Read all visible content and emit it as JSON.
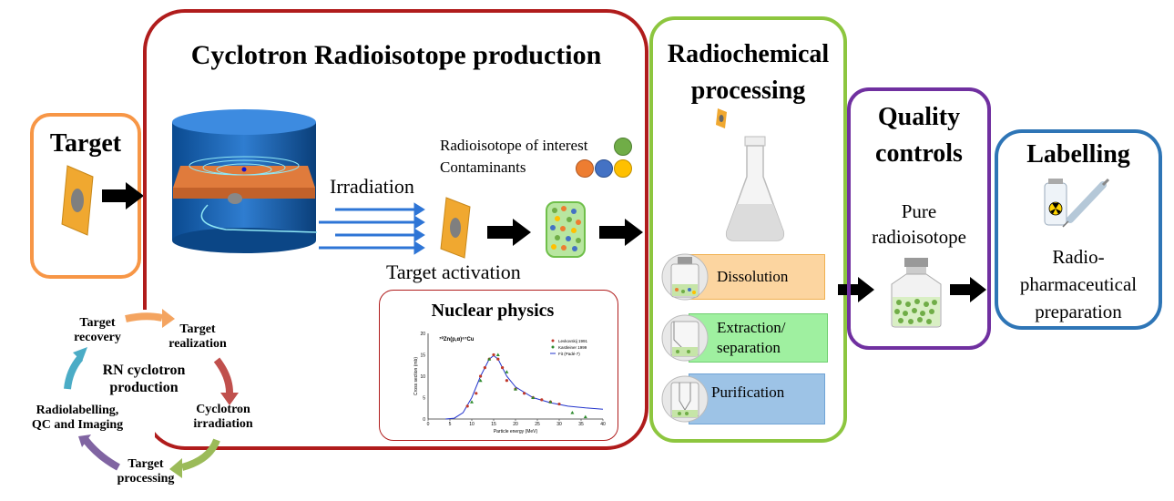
{
  "sections": {
    "target": {
      "title": "Target",
      "color": "#F79646"
    },
    "cyclotron": {
      "title": "Cyclotron Radioisotope production",
      "color": "#B01C1C"
    },
    "radiochem": {
      "title_line1": "Radiochemical",
      "title_line2": "processing",
      "color": "#8DC63F"
    },
    "quality": {
      "title_line1": "Quality",
      "title_line2": "controls",
      "color": "#7030A0"
    },
    "labelling": {
      "title": "Labelling",
      "color": "#2E75B6"
    }
  },
  "cyclotron_labels": {
    "irradiation": "Irradiation",
    "target_activation": "Target activation",
    "radioisotope_of_interest": "Radioisotope of interest",
    "contaminants": "Contaminants"
  },
  "nuclear_physics": {
    "title": "Nuclear physics",
    "color": "#B01C1C"
  },
  "chart_data": {
    "type": "scatter",
    "title": "⁷⁰Zn(p,α)⁶⁷Cu",
    "xlabel": "Particle energy (MeV)",
    "ylabel": "Cross section (mb)",
    "xlim": [
      0,
      40
    ],
    "ylim": [
      0,
      20
    ],
    "x_ticks": [
      "0",
      "5",
      "10",
      "15",
      "20",
      "25",
      "30",
      "35",
      "40"
    ],
    "y_ticks": [
      "0",
      "5",
      "10",
      "15",
      "20"
    ],
    "legend": "top-right",
    "series": [
      {
        "name": "Levkovskij 1991",
        "marker": "circle",
        "x": [
          9,
          11,
          12,
          13,
          14,
          15,
          16,
          17,
          18,
          20,
          22,
          24,
          26,
          28,
          30
        ],
        "y": [
          3,
          6,
          10,
          12,
          14,
          15,
          14,
          12,
          9,
          7,
          6,
          5,
          4.5,
          4,
          3.5
        ]
      },
      {
        "name": "Kastleiner 1999",
        "marker": "triangle",
        "x": [
          10,
          12,
          14,
          16,
          18,
          20,
          24,
          28,
          33,
          36
        ],
        "y": [
          4,
          9,
          14,
          15,
          11,
          7,
          5,
          4,
          1.5,
          0.5
        ]
      },
      {
        "name": "Fit (Padé-7)",
        "marker": "line",
        "x": [
          4,
          6,
          8,
          10,
          12,
          14,
          15,
          16,
          18,
          20,
          24,
          28,
          32,
          36,
          40
        ],
        "y": [
          0,
          0.2,
          1.5,
          5,
          10,
          14,
          14.8,
          14,
          10,
          7.5,
          5,
          3.8,
          3,
          2.6,
          2.3
        ]
      }
    ]
  },
  "radiochem_steps": [
    {
      "label": "Dissolution",
      "color": "#FCD5A0",
      "border": "#F0B050"
    },
    {
      "label_line1": "Extraction/",
      "label_line2": "separation",
      "color": "#9FF0A0",
      "border": "#70CF70"
    },
    {
      "label": "Purification",
      "color": "#9DC3E6",
      "border": "#6FA3D6"
    }
  ],
  "quality_labels": {
    "line1": "Pure",
    "line2": "radioisotope"
  },
  "labelling_labels": {
    "line1": "Radio-",
    "line2": "pharmaceutical",
    "line3": "preparation"
  },
  "cycle": {
    "center_line1": "RN cyclotron",
    "center_line2": "production",
    "steps": [
      {
        "line1": "Target",
        "line2": "recovery",
        "arrow_color": "#F4A460"
      },
      {
        "line1": "Target",
        "line2": "realization",
        "arrow_color": "#C0504D"
      },
      {
        "line1": "Cyclotron",
        "line2": "irradiation",
        "arrow_color": "#9BBB59"
      },
      {
        "line1": "Target",
        "line2": "processing",
        "arrow_color": "#8064A2"
      },
      {
        "line1": "Radiolabelling,",
        "line2": "QC and Imaging",
        "arrow_color": "#4BACC6"
      }
    ]
  },
  "particle_colors": [
    "#70AD47",
    "#ED7D31",
    "#4472C4",
    "#FFC000"
  ]
}
